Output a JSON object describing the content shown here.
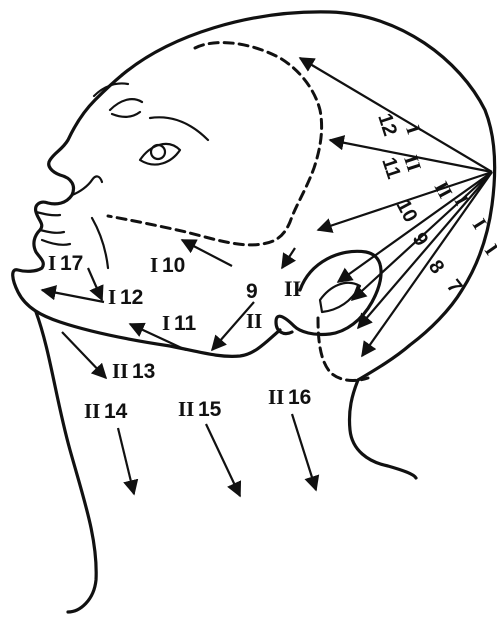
{
  "labels": {
    "l12": "12",
    "r_I_top": "I",
    "r_II_a": "II",
    "l11": "11",
    "r_II_b": "II",
    "r_I_c": "I",
    "l10_r": "10",
    "l9_r": "9",
    "l8_r": "8",
    "l7_r": "7",
    "r_I_d": "I",
    "r_I_e": "I",
    "ear_II": "II",
    "l9_face": "9",
    "r_II_face": "II",
    "face_I17": "I",
    "face_17": "17",
    "face_I10": "I",
    "face_10": "10",
    "face_I12": "I",
    "face_12": "12",
    "face_I11": "I",
    "face_11": "11",
    "neck_II13": "II",
    "neck_13": "13",
    "neck_II14": "II",
    "neck_14": "14",
    "neck_II15": "II",
    "neck_15": "15",
    "neck_II16": "II",
    "neck_16": "16"
  }
}
